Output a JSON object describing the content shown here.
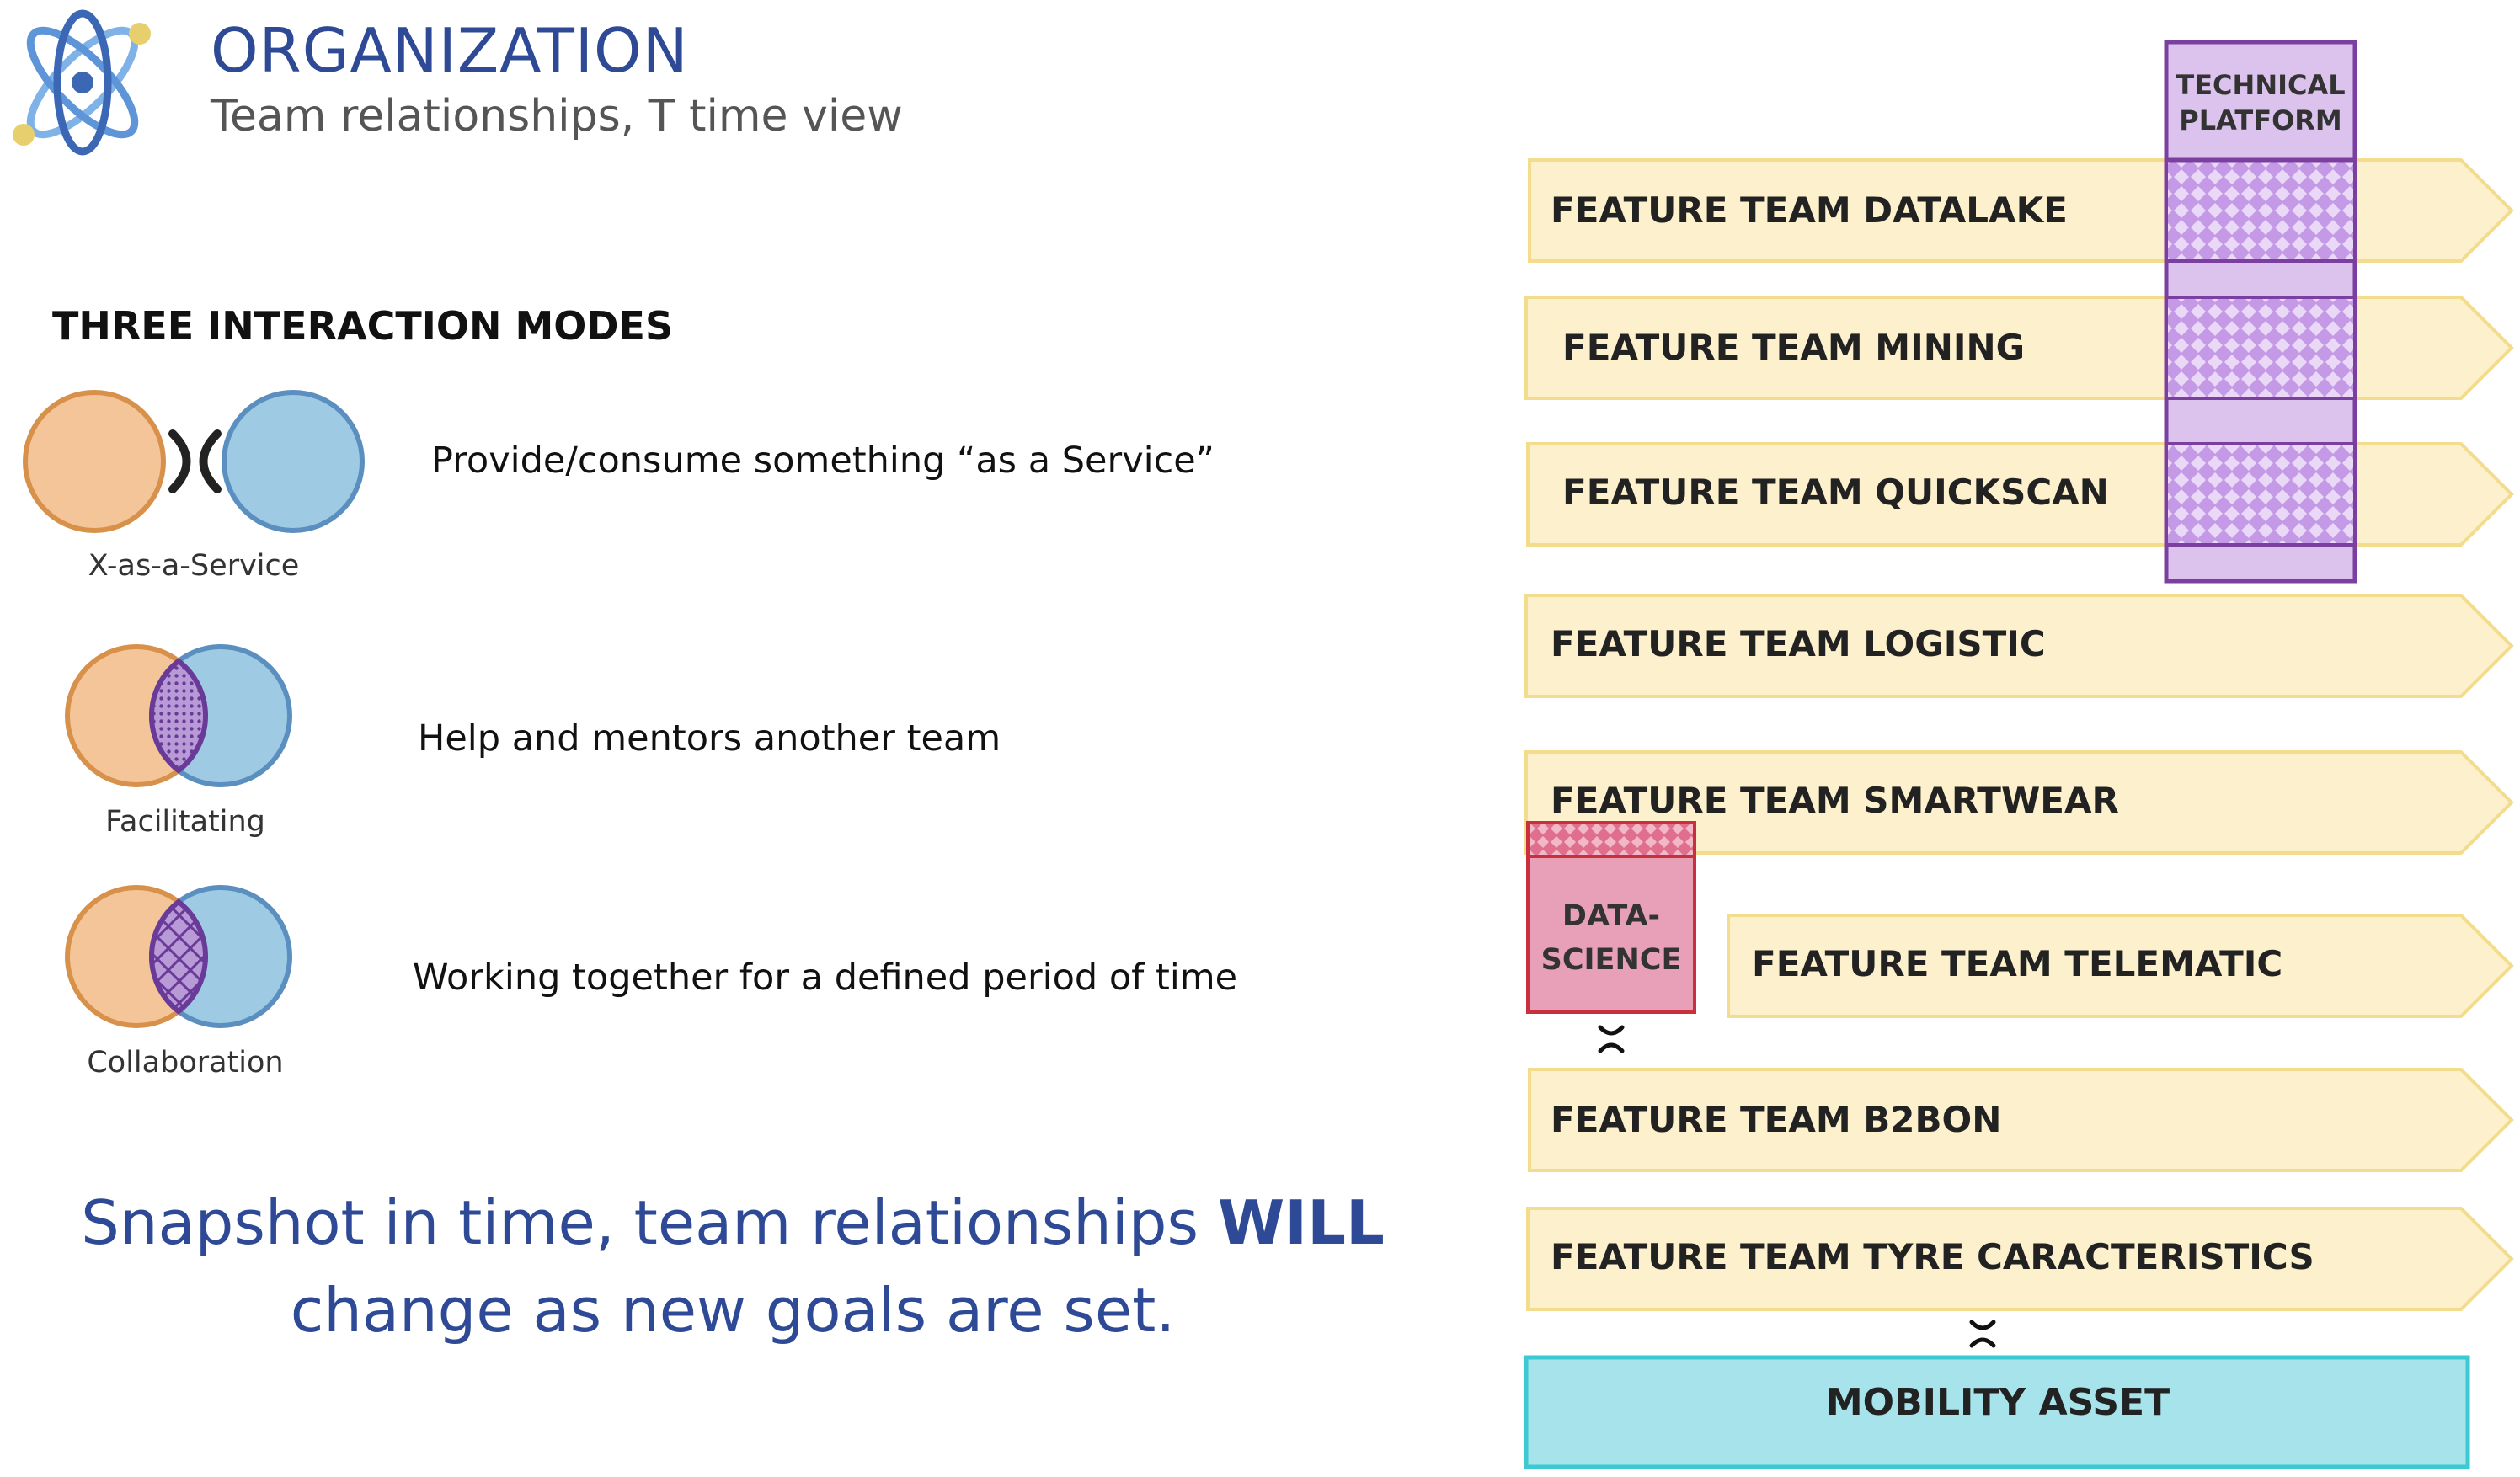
{
  "header": {
    "title": "ORGANIZATION",
    "subtitle": "Team relationships, T time view"
  },
  "modes": {
    "heading": "THREE INTERACTION MODES",
    "items": [
      {
        "caption": "X-as-a-Service",
        "description": "Provide/consume something “as a Service”"
      },
      {
        "caption": "Facilitating",
        "description": "Help and mentors another team"
      },
      {
        "caption": "Collaboration",
        "description": "Working together for a defined period of time"
      }
    ]
  },
  "snapshot": {
    "line1_prefix": "Snapshot in time, team relationships ",
    "line1_bold": "WILL",
    "line2": "change as new goals are set."
  },
  "teams": [
    "FEATURE TEAM DATALAKE",
    "FEATURE TEAM MINING",
    "FEATURE TEAM QUICKSCAN",
    "FEATURE TEAM LOGISTIC",
    "FEATURE TEAM SMARTWEAR",
    "FEATURE TEAM TELEMATIC",
    "FEATURE TEAM B2BON",
    "FEATURE TEAM TYRE CARACTERISTICS"
  ],
  "technical_platform": {
    "line1": "TECHNICAL",
    "line2": "PLATFORM"
  },
  "data_science": {
    "line1": "DATA-",
    "line2": "SCIENCE"
  },
  "mobility_asset": "MOBILITY ASSET",
  "colors": {
    "title_blue": "#2e4a96",
    "stream_fill": "#fcf1cc",
    "stream_border": "#f3dc8c",
    "platform_fill": "#dcc3ee",
    "platform_border": "#7b3fa0",
    "datascience_fill": "#e7a0b8",
    "datascience_border": "#c9303e",
    "mobility_fill": "#a7e3ea",
    "mobility_border": "#3bc9d3",
    "orange_circle": "#f5c59a",
    "blue_circle": "#9ecbe3"
  }
}
